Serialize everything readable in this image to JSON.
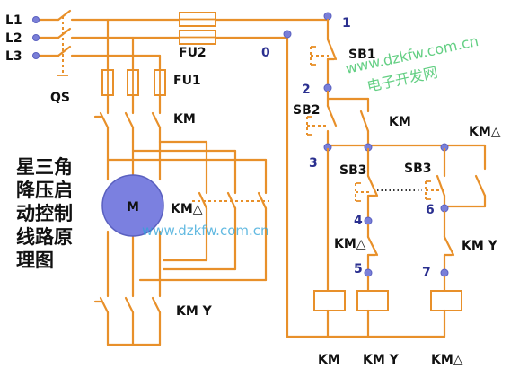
{
  "labels": {
    "L1": "L1",
    "L2": "L2",
    "L3": "L3",
    "QS": "QS",
    "FU2": "FU2",
    "FU1": "FU1",
    "KM_main": "KM",
    "M": "M",
    "KM_delta_main": "KM△",
    "KM_Y_main": "KM Y",
    "n0": "0",
    "n1": "1",
    "n2": "2",
    "n3": "3",
    "n4": "4",
    "n5": "5",
    "n6": "6",
    "n7": "7",
    "SB1": "SB1",
    "SB2": "SB2",
    "SB3_left": "SB3",
    "SB3_right": "SB3",
    "KM_aux": "KM",
    "KM_delta_aux": "KM△",
    "KM_delta_interlock": "KM△",
    "KM_Y_interlock": "KM Y",
    "coil_KM": "KM",
    "coil_KMY": "KM Y",
    "coil_KMdelta": "KM△"
  },
  "title_lines": [
    "星三角",
    "降压启",
    "动控制",
    "线路原",
    "理图"
  ],
  "watermarks": {
    "top_right": "www.dzkfw.com.cn",
    "top_right_sub": "电子开发网",
    "center": "www.dzkfw.com.cn"
  },
  "colors": {
    "wire": "#e8902a",
    "terminal": "#7a7fd8",
    "motor": "#7b80e0",
    "watermark_green": "#2fbf5a"
  }
}
